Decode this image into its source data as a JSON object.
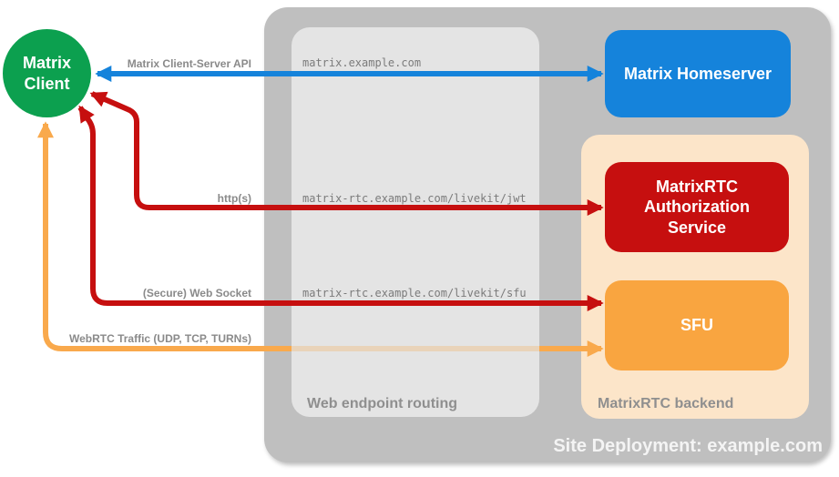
{
  "nodes": {
    "client": {
      "label": "Matrix Client",
      "color": "#0CA04F"
    },
    "homeserver": {
      "label": "Matrix Homeserver",
      "color": "#1583DB"
    },
    "auth_service": {
      "label": "MatrixRTC Authorization Service",
      "color": "#C60F0F"
    },
    "sfu": {
      "label": "SFU",
      "color": "#F9A540"
    }
  },
  "containers": {
    "site": {
      "label": "Site Deployment: example.com",
      "color": "#BFBFBF"
    },
    "routing": {
      "label": "Web endpoint routing",
      "color": "#E4E4E4"
    },
    "backend": {
      "label": "MatrixRTC backend",
      "color": "#FCE5C9"
    }
  },
  "endpoints": [
    "matrix.example.com",
    "matrix-rtc.example.com/livekit/jwt",
    "matrix-rtc.example.com/livekit/sfu"
  ],
  "connections": [
    {
      "label": "Matrix Client-Server API",
      "color": "#1583DB",
      "from": "Matrix Client",
      "to": "Matrix Homeserver",
      "bidirectional": true
    },
    {
      "label": "http(s)",
      "color": "#C60F0F",
      "from": "Matrix Client",
      "to": "MatrixRTC Authorization Service",
      "bidirectional": true
    },
    {
      "label": "(Secure) Web Socket",
      "color": "#C60F0F",
      "from": "Matrix Client",
      "to": "SFU",
      "bidirectional": true
    },
    {
      "label": "WebRTC Traffic (UDP, TCP, TURNs)",
      "color": "#F9A94C",
      "from": "Matrix Client",
      "to": "SFU",
      "bidirectional": true
    }
  ],
  "text_colors": {
    "connection_labels": "#8A8A8A",
    "endpoint_urls": "#7B7B7B",
    "section_labels": "#8F8F8F",
    "node_labels": "#FFFFFF"
  }
}
